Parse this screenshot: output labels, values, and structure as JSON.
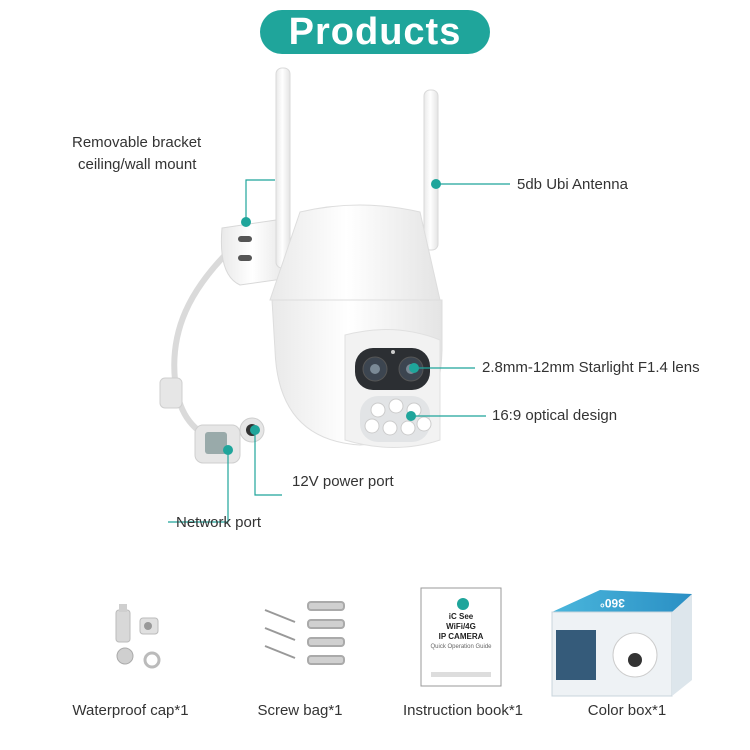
{
  "header": {
    "title": "Products"
  },
  "callouts": {
    "bracket": [
      "Removable bracket",
      "ceiling/wall mount"
    ],
    "antenna": "5db Ubi Antenna",
    "lens": "2.8mm-12mm Starlight F1.4 lens",
    "optical": "16:9 optical design",
    "power": "12V power port",
    "network": "Network port"
  },
  "accessories": [
    {
      "label": "Waterproof cap*1"
    },
    {
      "label": "Screw bag*1"
    },
    {
      "label": "Instruction book*1"
    },
    {
      "label": "Color box*1"
    }
  ],
  "booklet": {
    "brand": "iC See",
    "line1": "WiFi/4G",
    "line2": "IP CAMERA",
    "line3": "Quick Operation Guide"
  },
  "box": {
    "badge": "360°"
  },
  "colors": {
    "accent": "#1fa59b",
    "line": "#1fa59b"
  }
}
